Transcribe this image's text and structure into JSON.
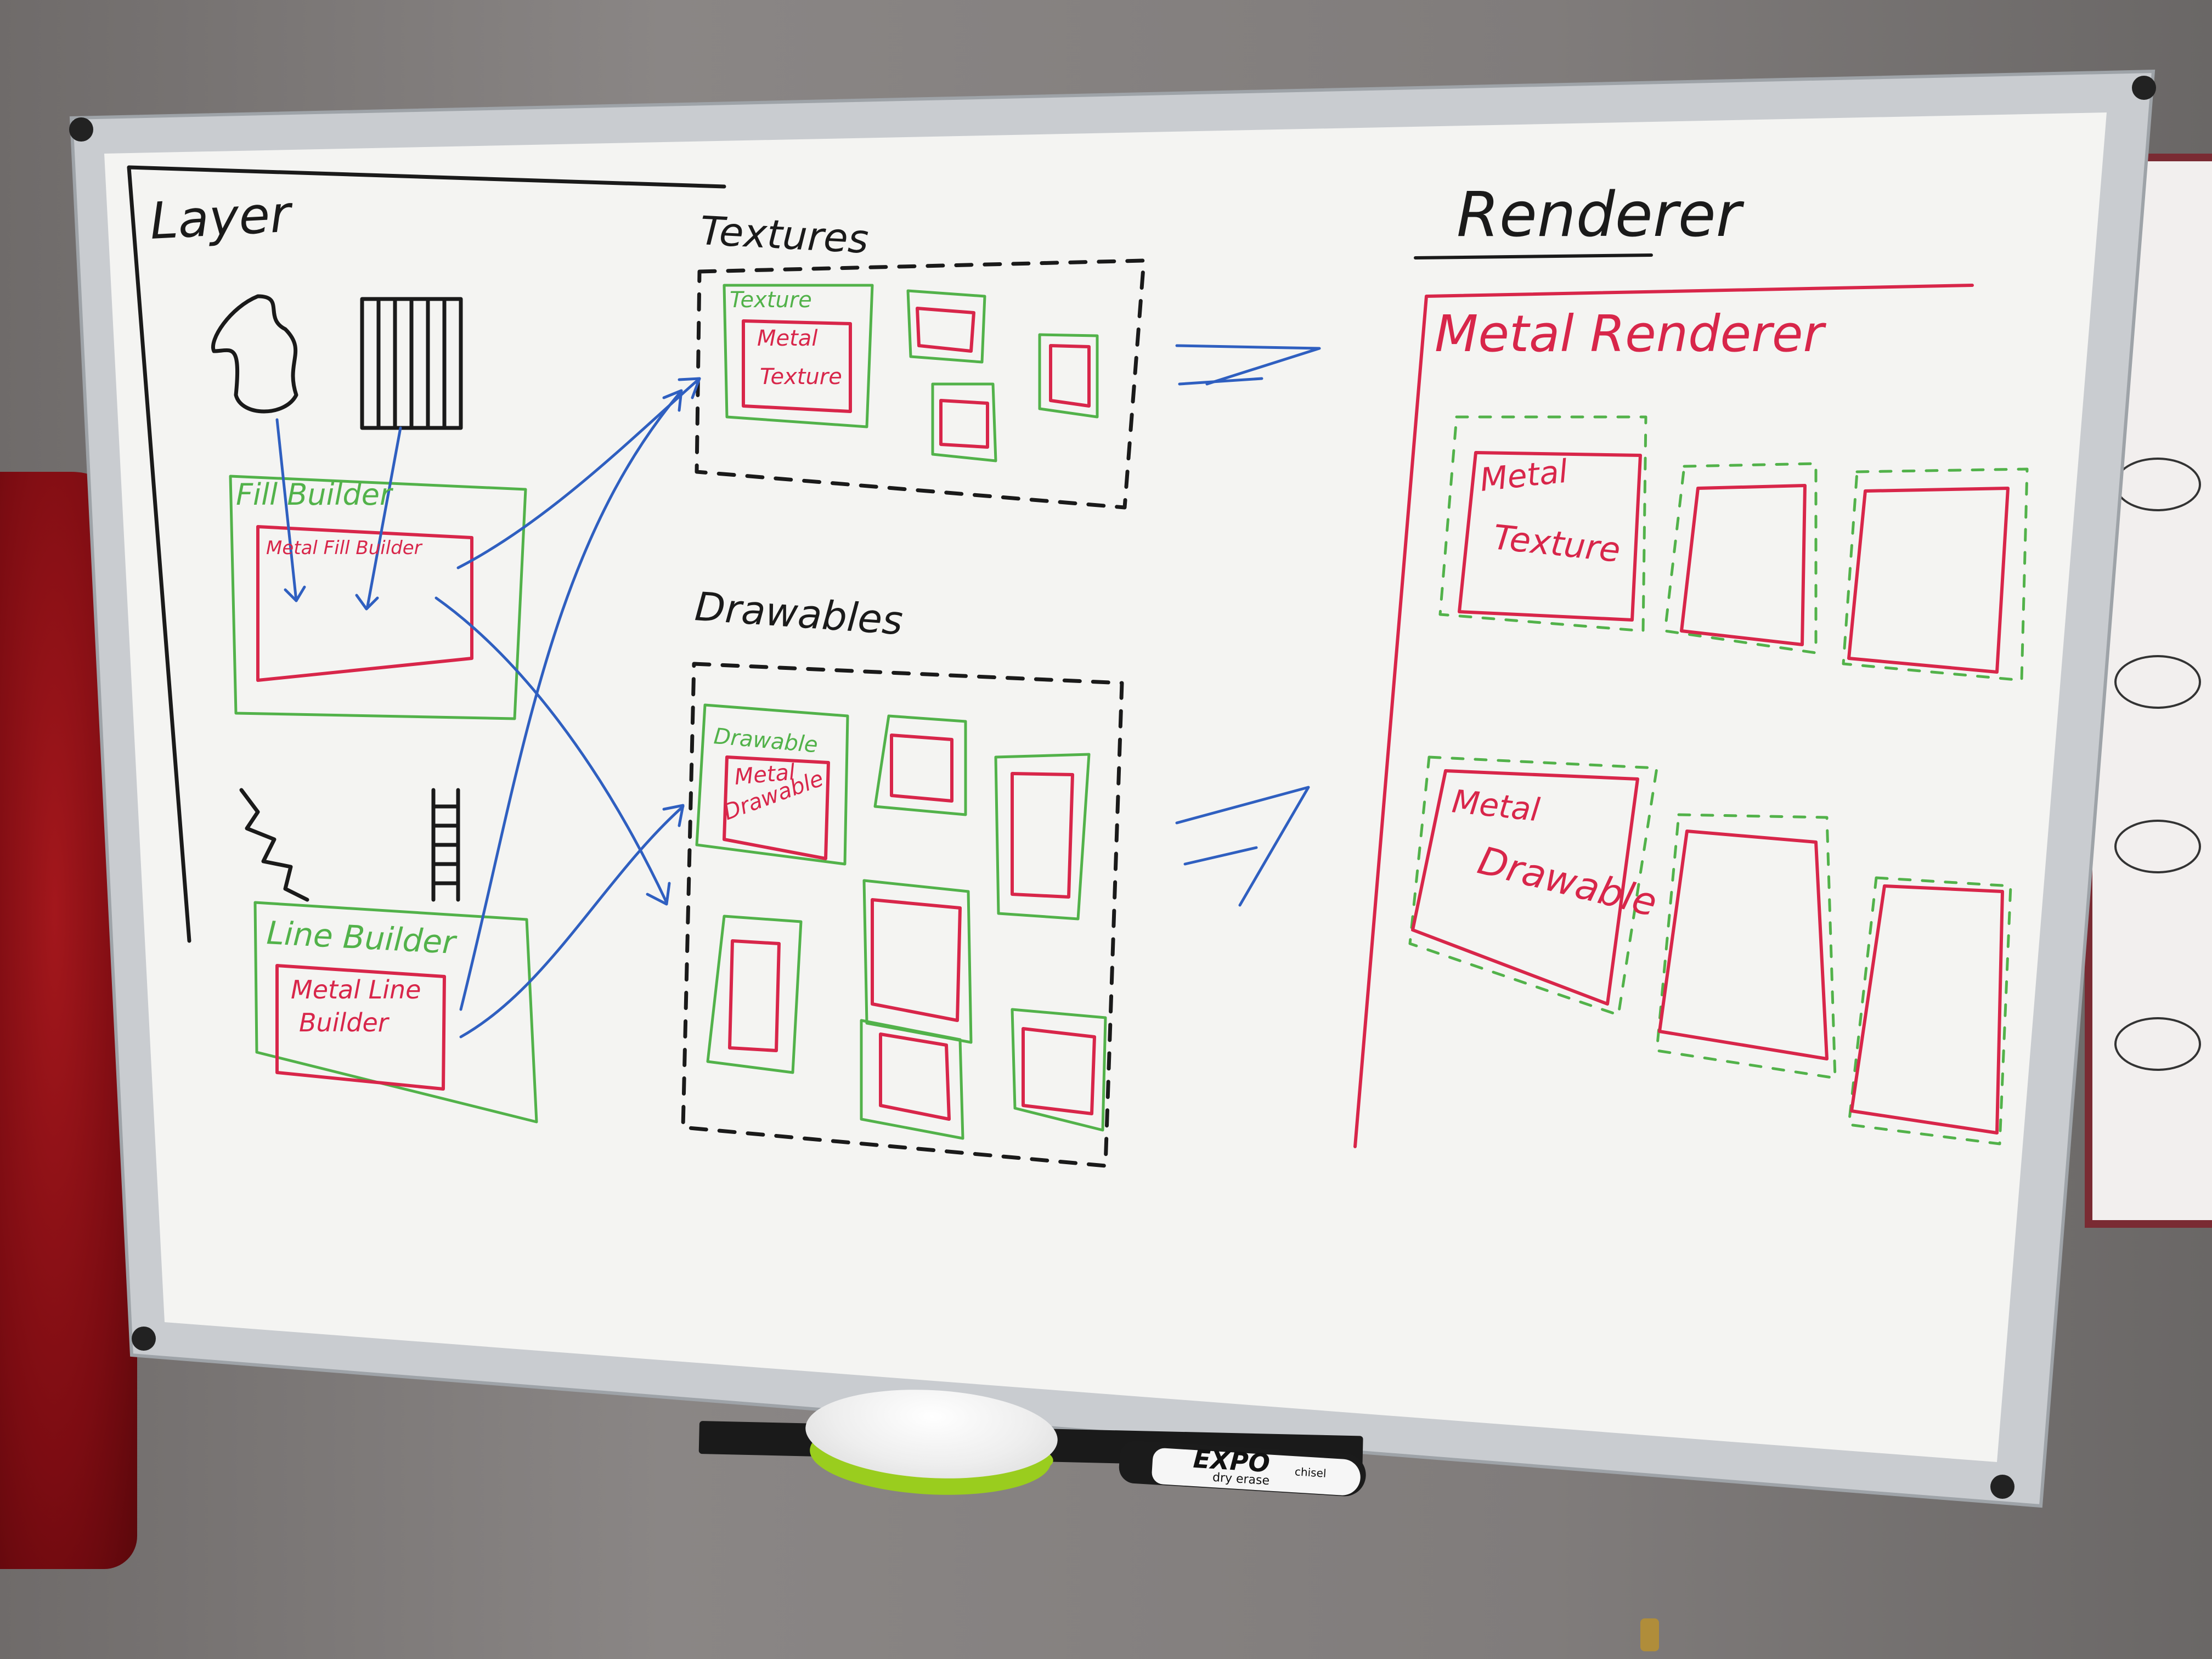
{
  "layer": {
    "title": "Layer",
    "fill_builder": {
      "title": "Fill Builder",
      "inner": "Metal Fill Builder"
    },
    "line_builder": {
      "title": "Line Builder",
      "inner_line1": "Metal Line",
      "inner_line2": "Builder"
    }
  },
  "textures": {
    "title": "Textures",
    "item": {
      "title": "Texture",
      "inner_line1": "Metal",
      "inner_line2": "Texture"
    }
  },
  "drawables": {
    "title": "Drawables",
    "item": {
      "title": "Drawable",
      "inner_line1": "Metal",
      "inner_line2": "Drawable"
    }
  },
  "renderer": {
    "title": "Renderer",
    "inner_title": "Metal Renderer",
    "texture": {
      "line1": "Metal",
      "line2": "Texture"
    },
    "drawable": {
      "line1": "Metal",
      "line2": "Drawable"
    }
  },
  "marker": {
    "brand": "EXPO",
    "sub": "dry erase",
    "tip": "chisel"
  },
  "colors": {
    "black_ink": "#1a1a1a",
    "red_ink": "#d8264a",
    "green_ink": "#52b24a",
    "blue_ink": "#2f5fc0",
    "board": "#f4f4f2",
    "frame": "#c9ccd0"
  }
}
